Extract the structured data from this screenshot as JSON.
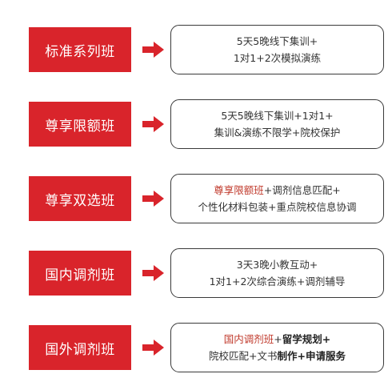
{
  "colors": {
    "label_bg": "#d9242b",
    "label_text": "#ffffff",
    "arrow": "#d9242b",
    "box_border": "#3a3a3a",
    "highlight": "#c0392b"
  },
  "rows": [
    {
      "label": "标准系列班",
      "line1": "5天5晚线下集训+",
      "line2": "1对1+2次模拟演练"
    },
    {
      "label": "尊享限额班",
      "line1": "5天5晚线下集训+1对1+",
      "line2": "集训&演练不限学+院校保护"
    },
    {
      "label": "尊享双选班",
      "line1_highlight": "尊享限额班",
      "line1_rest": "+调剂信息匹配+",
      "line2": "个性化材料包装+重点院校信息协调"
    },
    {
      "label": "国内调剂班",
      "line1": "3天3晚小教互动+",
      "line2": "1对1+2次综合演练+调剂辅导"
    },
    {
      "label": "国外调剂班",
      "line1_highlight": "国内调剂班",
      "line1_plus": "+",
      "line1_bold": "留学规划+",
      "line2_plain": "院校匹配+文书",
      "line2_bold": "制作+申请服务"
    }
  ]
}
